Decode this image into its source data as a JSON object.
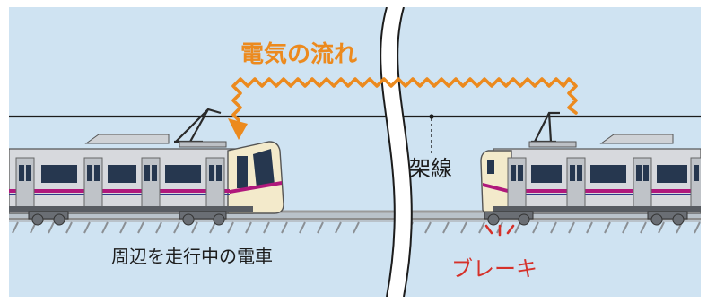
{
  "labels": {
    "current_flow": "電気の流れ",
    "overhead_wire": "架線",
    "nearby_train": "周辺を走行中の電車",
    "brake": "ブレーキ"
  },
  "colors": {
    "background": "#cfe3f2",
    "current": "#ec8a1e",
    "brake": "#d5312a",
    "stripe": "#b0187c",
    "stripe_blue": "#303a8a",
    "car_body": "#d7d9dd",
    "cab_cream": "#f3eacb",
    "window": "#26374f",
    "rail": "#9a9a9a"
  },
  "icons": [
    "zigzag-current-arrow",
    "break-symbol",
    "brake-spark"
  ]
}
